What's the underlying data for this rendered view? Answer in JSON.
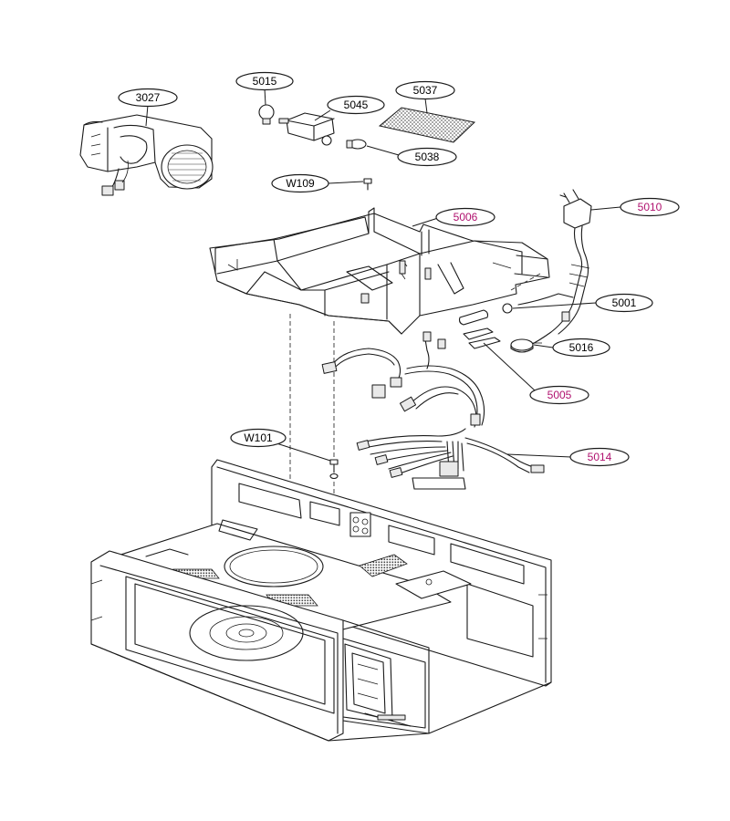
{
  "diagram": {
    "colors": {
      "line": "#1a1a1a",
      "label_default": "#1a1a1a",
      "label_highlight": "#b0106e"
    },
    "callouts": {
      "c3027": {
        "text": "3027",
        "color": "#1a1a1a"
      },
      "c5015": {
        "text": "5015",
        "color": "#1a1a1a"
      },
      "c5045": {
        "text": "5045",
        "color": "#1a1a1a"
      },
      "c5037": {
        "text": "5037",
        "color": "#1a1a1a"
      },
      "c5038": {
        "text": "5038",
        "color": "#1a1a1a"
      },
      "cW109": {
        "text": "W109",
        "color": "#1a1a1a"
      },
      "c5006": {
        "text": "5006",
        "color": "#b0106e"
      },
      "c5010": {
        "text": "5010",
        "color": "#b0106e"
      },
      "c5001": {
        "text": "5001",
        "color": "#1a1a1a"
      },
      "c5016": {
        "text": "5016",
        "color": "#1a1a1a"
      },
      "c5005": {
        "text": "5005",
        "color": "#b0106e"
      },
      "cW101": {
        "text": "W101",
        "color": "#1a1a1a"
      },
      "c5014": {
        "text": "5014",
        "color": "#b0106e"
      }
    },
    "parts": {
      "fan": "blower-fan-motor",
      "lamp": "lamp-bulb",
      "lamp_socket": "lamp-socket",
      "filter": "charcoal-filter",
      "lamp_bulb_small": "small-lamp-bulb",
      "screw_w109": "screw",
      "base_plate": "base-plate",
      "power_cord": "power-cord-plug",
      "fuse": "fuse",
      "thermostat": "thermostat",
      "fuse_holder": "fuse-holder",
      "screw_w101": "screw",
      "wire_harness": "wire-harness",
      "cavity": "oven-cavity"
    }
  }
}
